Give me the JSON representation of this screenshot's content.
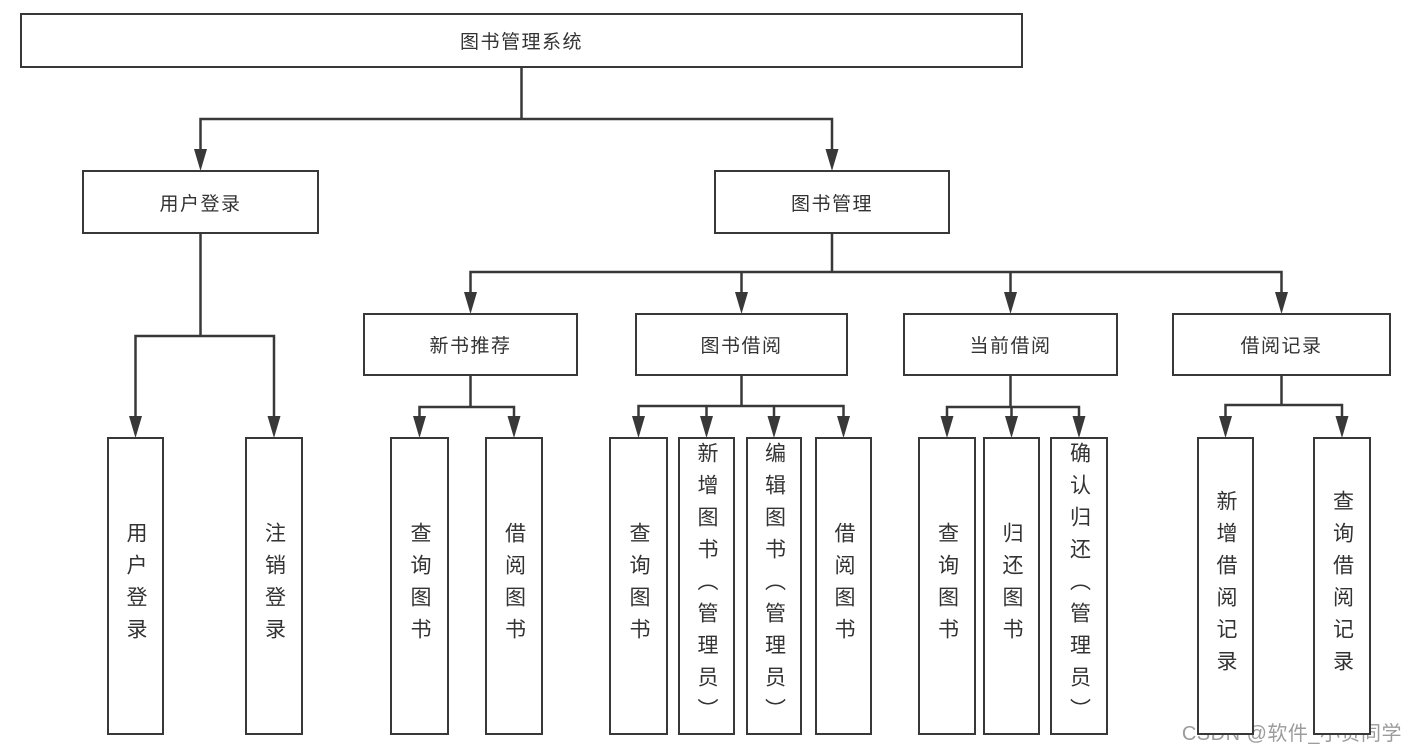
{
  "diagram": {
    "nodes": [
      {
        "id": "system",
        "label": "图书管理系统"
      },
      {
        "id": "user-login",
        "label": "用户登录"
      },
      {
        "id": "book-management",
        "label": "图书管理"
      },
      {
        "id": "new-book-recommend",
        "label": "新书推荐"
      },
      {
        "id": "book-borrowing",
        "label": "图书借阅"
      },
      {
        "id": "current-borrowing",
        "label": "当前借阅"
      },
      {
        "id": "borrowing-records",
        "label": "借阅记录"
      },
      {
        "id": "user-login-leaf",
        "label": "用户登录"
      },
      {
        "id": "logout",
        "label": "注销登录"
      },
      {
        "id": "query-books-recommend",
        "label": "查询图书"
      },
      {
        "id": "borrow-books-recommend",
        "label": "借阅图书"
      },
      {
        "id": "query-books-borrowing",
        "label": "查询图书"
      },
      {
        "id": "add-books-admin",
        "label": "新增图书（管理员）"
      },
      {
        "id": "edit-books-admin",
        "label": "编辑图书（管理员）"
      },
      {
        "id": "borrow-books-borrowing",
        "label": "借阅图书"
      },
      {
        "id": "query-books-current",
        "label": "查询图书"
      },
      {
        "id": "return-books",
        "label": "归还图书"
      },
      {
        "id": "confirm-return-admin",
        "label": "确认归还（管理员）"
      },
      {
        "id": "add-borrow-record",
        "label": "新增借阅记录"
      },
      {
        "id": "query-borrow-record",
        "label": "查询借阅记录"
      }
    ],
    "edges": [
      {
        "from": "system",
        "to": [
          "user-login",
          "book-management"
        ]
      },
      {
        "from": "user-login",
        "to": [
          "user-login-leaf",
          "logout"
        ]
      },
      {
        "from": "book-management",
        "to": [
          "new-book-recommend",
          "book-borrowing",
          "current-borrowing",
          "borrowing-records"
        ]
      },
      {
        "from": "new-book-recommend",
        "to": [
          "query-books-recommend",
          "borrow-books-recommend"
        ]
      },
      {
        "from": "book-borrowing",
        "to": [
          "query-books-borrowing",
          "add-books-admin",
          "edit-books-admin",
          "borrow-books-borrowing"
        ]
      },
      {
        "from": "current-borrowing",
        "to": [
          "query-books-current",
          "return-books",
          "confirm-return-admin"
        ]
      },
      {
        "from": "borrowing-records",
        "to": [
          "add-borrow-record",
          "query-borrow-record"
        ]
      }
    ],
    "colors": {
      "line": "#383838",
      "box_border": "#383838",
      "text": "#333333",
      "background": "#ffffff",
      "watermark": "#9c9c9c"
    }
  },
  "watermark": {
    "text": "CSDN @软件_小贺同学"
  }
}
